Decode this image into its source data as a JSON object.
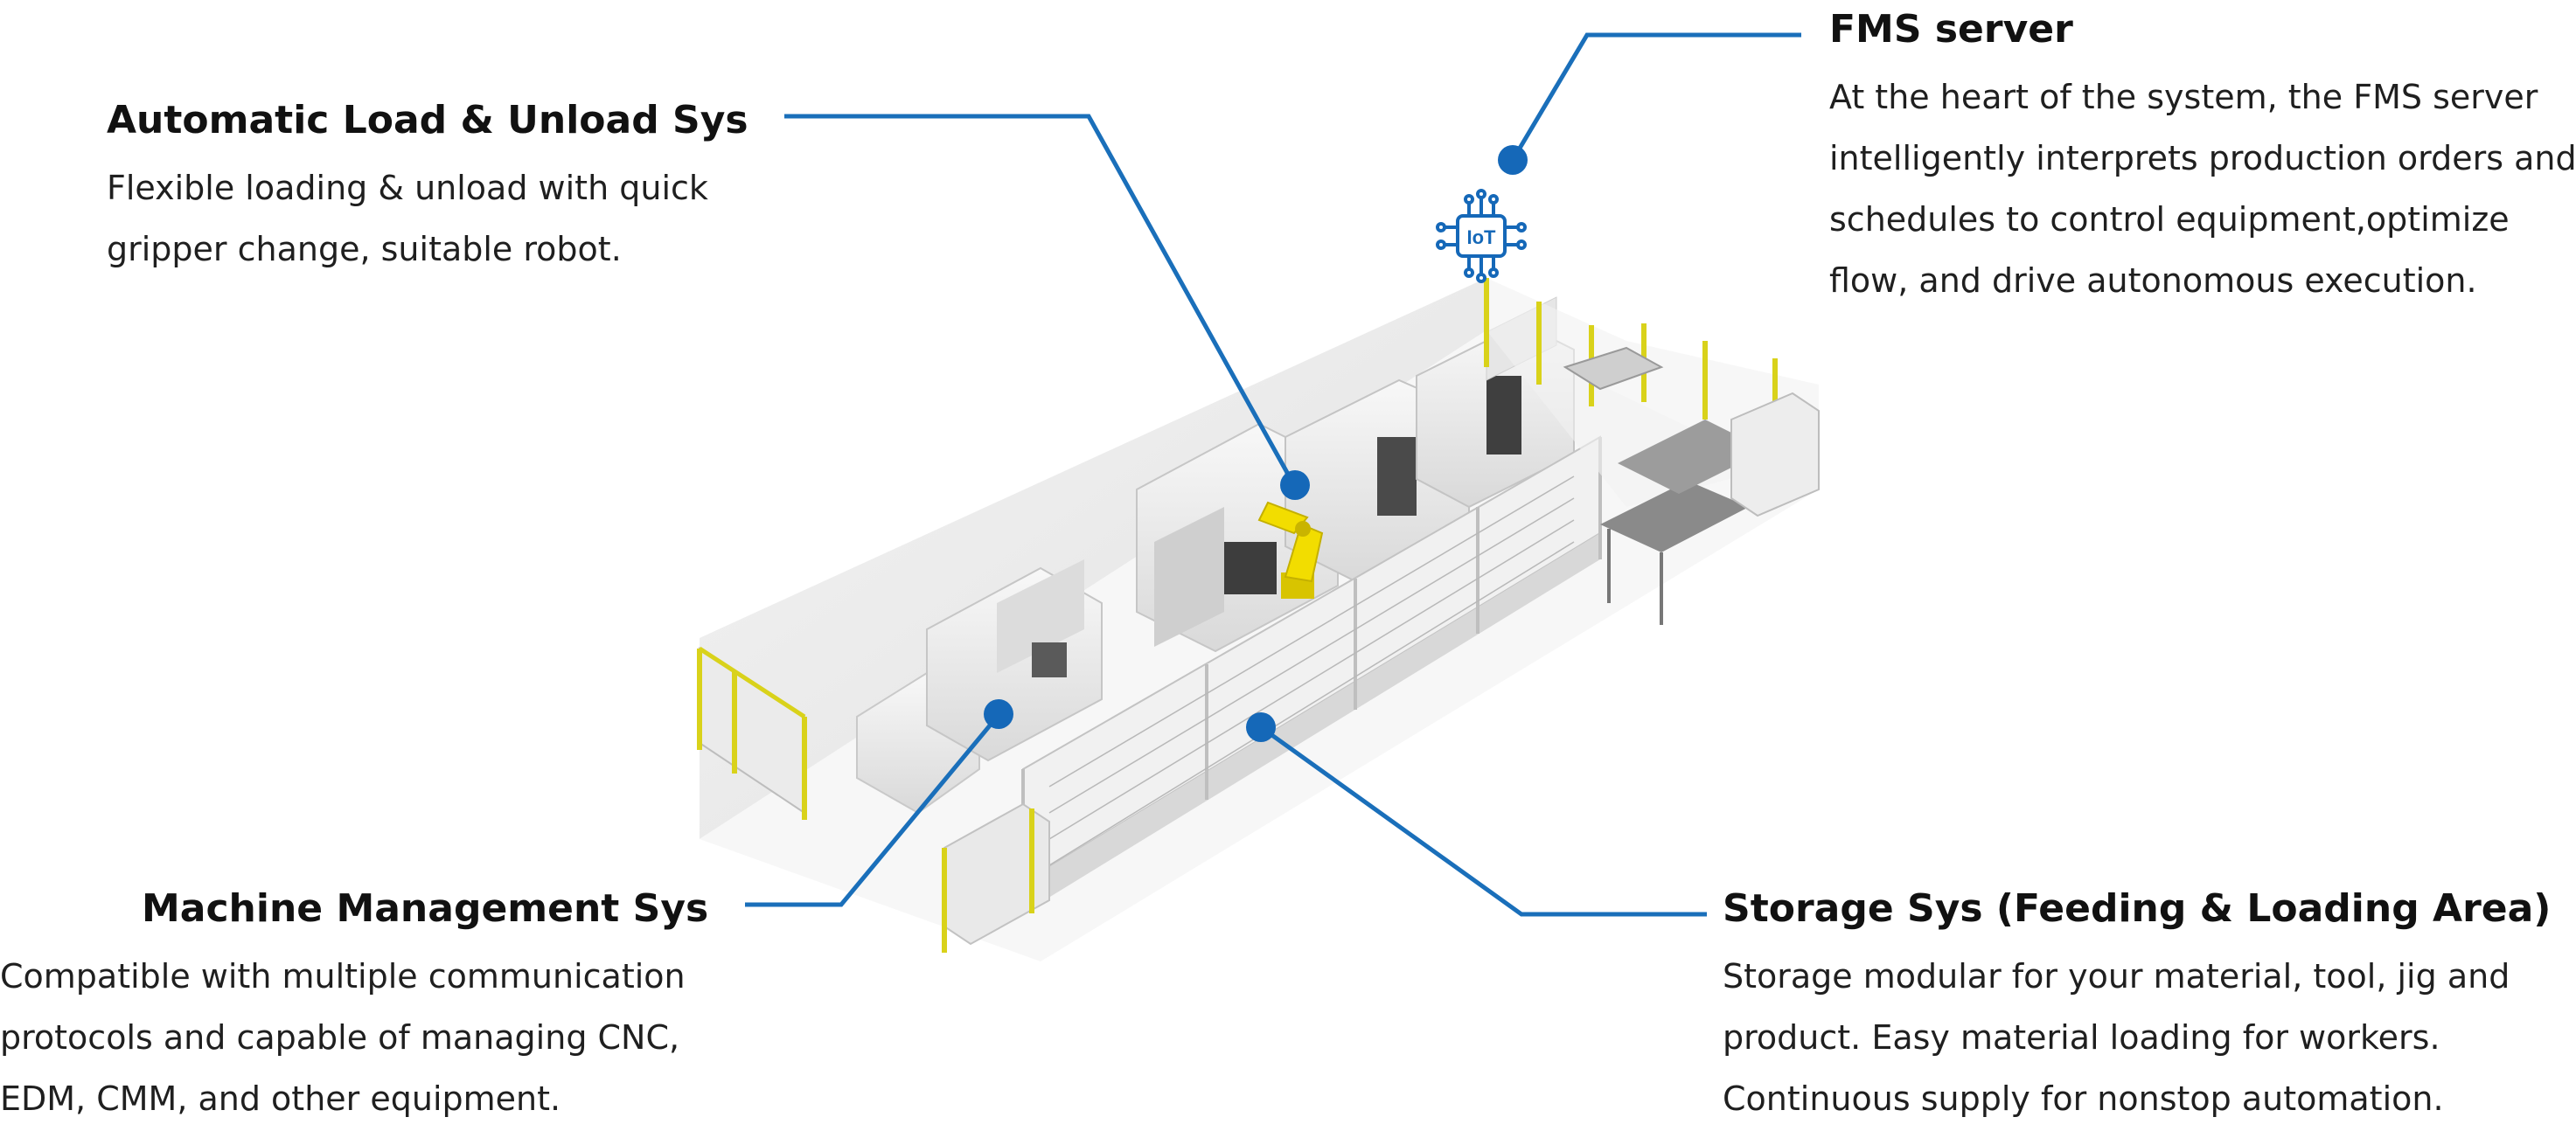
{
  "callouts": {
    "load_unload": {
      "title": "Automatic Load & Unload Sys",
      "lines": [
        "Flexible loading & unload with quick",
        "gripper change, suitable robot."
      ]
    },
    "fms": {
      "title": "FMS server",
      "lines": [
        "At the heart of the system, the FMS server",
        "intelligently interprets production orders and",
        "schedules to control equipment,optimize",
        "flow, and drive autonomous execution."
      ]
    },
    "machine_mgmt": {
      "title": "Machine Management Sys",
      "lines": [
        "Compatible with multiple communication",
        "protocols and capable of managing CNC,",
        "EDM, CMM, and other equipment."
      ]
    },
    "storage": {
      "title": "Storage Sys (Feeding & Loading Area)",
      "lines": [
        "Storage modular for your material, tool, jig and",
        "product. Easy material loading for workers.",
        "Continuous supply for nonstop automation."
      ]
    }
  },
  "iot_badge": "IoT",
  "colors": {
    "leader_line": "#1a6fba",
    "marker": "#1568b8",
    "title_text": "#111111",
    "body_text": "#1f1f1f",
    "fence": "#e8e21a",
    "robot": "#f2dd00",
    "machine": "#e4e4e4",
    "wall": "#eeeeee"
  },
  "icons": [
    "iot-chip-icon"
  ]
}
